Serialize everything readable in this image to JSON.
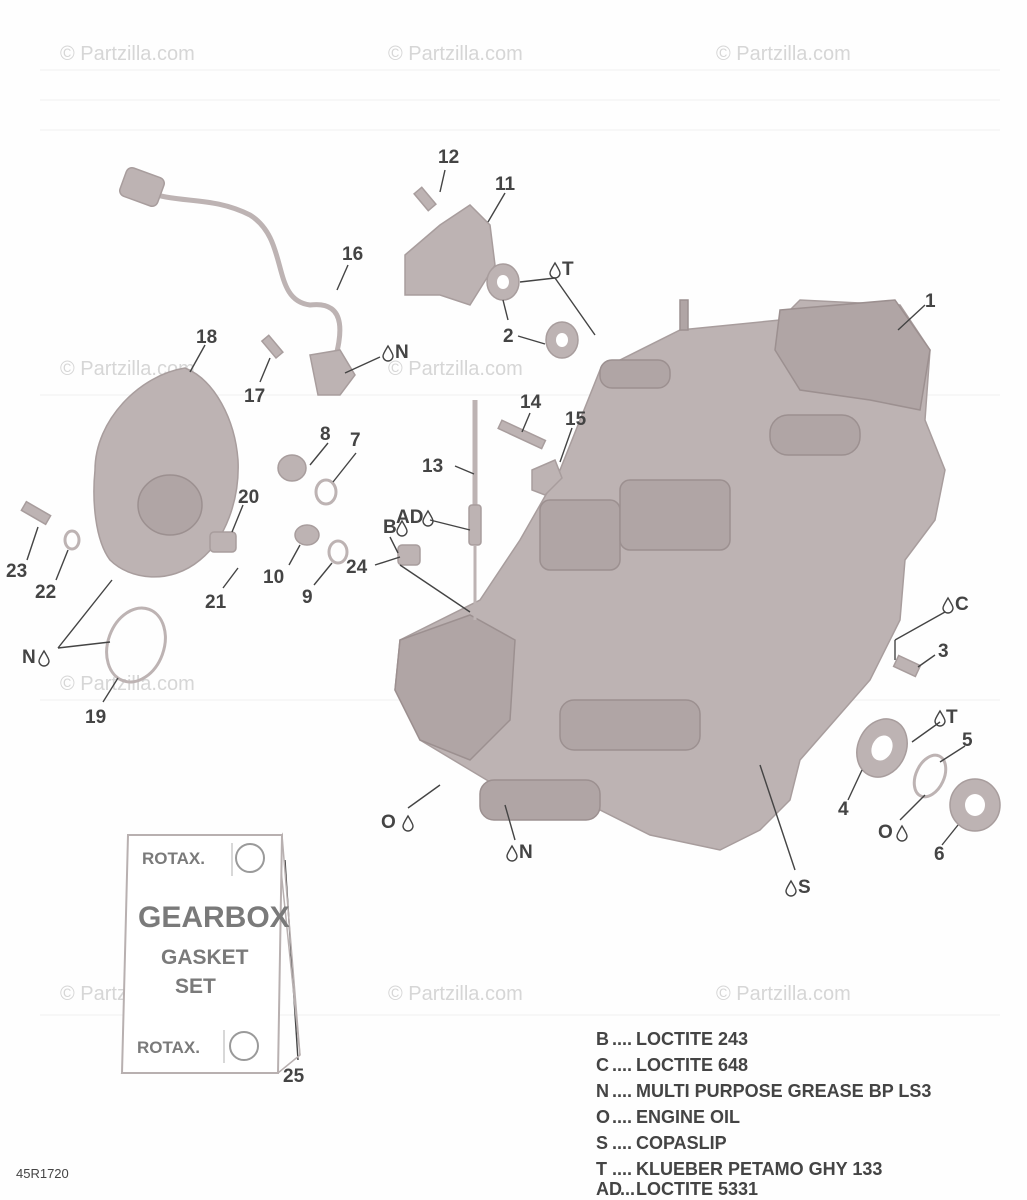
{
  "watermark": "© Partzilla.com",
  "drawing_id": "45R1720",
  "callouts": {
    "c1": "1",
    "c2": "2",
    "c3": "3",
    "c4": "4",
    "c5": "5",
    "c6": "6",
    "c7": "7",
    "c8": "8",
    "c9": "9",
    "c10": "10",
    "c11": "11",
    "c12": "12",
    "c13": "13",
    "c14": "14",
    "c15": "15",
    "c16": "16",
    "c17": "17",
    "c18": "18",
    "c19": "19",
    "c20": "20",
    "c21": "21",
    "c22": "22",
    "c23": "23",
    "c24": "24",
    "c25": "25"
  },
  "symbols": {
    "T1": "T",
    "N1": "N",
    "B1": "B",
    "AD1": "AD",
    "C1": "C",
    "T2": "T",
    "N2": "N",
    "O1": "O",
    "N3": "N",
    "O2": "O",
    "S1": "S"
  },
  "kit_box": {
    "brand_top": "ROTAX.",
    "title": "GEARBOX",
    "line1": "GASKET",
    "line2": "SET",
    "brand_bottom": "ROTAX."
  },
  "legend": [
    {
      "code": "B",
      "text": "LOCTITE 243"
    },
    {
      "code": "C",
      "text": "LOCTITE 648"
    },
    {
      "code": "N",
      "text": "MULTI PURPOSE GREASE BP LS3"
    },
    {
      "code": "O",
      "text": "ENGINE OIL"
    },
    {
      "code": "S",
      "text": "COPASLIP"
    },
    {
      "code": "T",
      "text": "KLUEBER PETAMO GHY 133"
    },
    {
      "code": "AD",
      "text": "LOCTITE 5331"
    }
  ],
  "legend_separators": {
    "short": "....",
    "ad": "..."
  },
  "colors": {
    "part_fill": "#bdb3b3",
    "text": "#444444",
    "watermark": "#d6d6d6"
  }
}
